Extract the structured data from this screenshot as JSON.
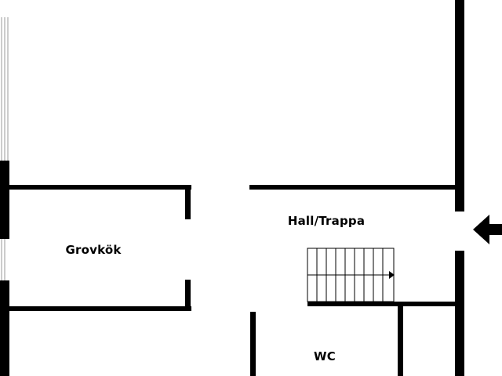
{
  "floorplan": {
    "rooms": [
      {
        "id": "grovkok",
        "label": "Grovkök"
      },
      {
        "id": "hall",
        "label": "Hall/Trappa"
      },
      {
        "id": "wc",
        "label": "WC"
      }
    ],
    "entrance_icon": "arrow-left-icon",
    "colors": {
      "wall": "#000000",
      "background": "#ffffff",
      "window": "#9a9a9a"
    }
  }
}
